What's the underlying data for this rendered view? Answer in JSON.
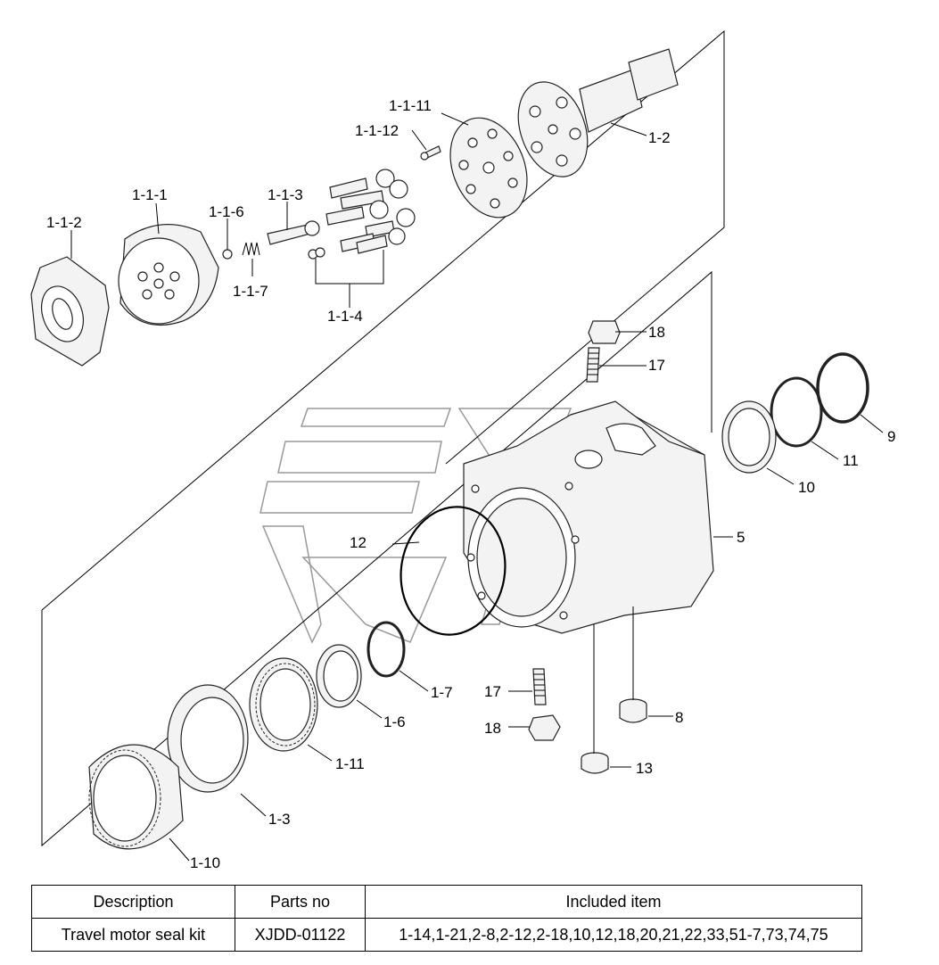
{
  "labels": {
    "l_1_1_2": "1-1-2",
    "l_1_1_1": "1-1-1",
    "l_1_1_6": "1-1-6",
    "l_1_1_3": "1-1-3",
    "l_1_1_7": "1-1-7",
    "l_1_1_4": "1-1-4",
    "l_1_1_12": "1-1-12",
    "l_1_1_11": "1-1-11",
    "l_1_2": "1-2",
    "l_18_top": "18",
    "l_17_top": "17",
    "l_9": "9",
    "l_11": "11",
    "l_10": "10",
    "l_5": "5",
    "l_12": "12",
    "l_1_7": "1-7",
    "l_17_bottom": "17",
    "l_18_bottom": "18",
    "l_8": "8",
    "l_13": "13",
    "l_1_6": "1-6",
    "l_1_11": "1-11",
    "l_1_3": "1-3",
    "l_1_10": "1-10"
  },
  "table": {
    "headers": {
      "description": "Description",
      "parts_no": "Parts no",
      "included_item": "Included item"
    },
    "rows": [
      {
        "description": "Travel motor seal kit",
        "parts_no": "XJDD-01122",
        "included_item": "1-14,1-21,2-8,2-12,2-18,10,12,18,20,21,22,33,51-7,73,74,75"
      }
    ]
  }
}
